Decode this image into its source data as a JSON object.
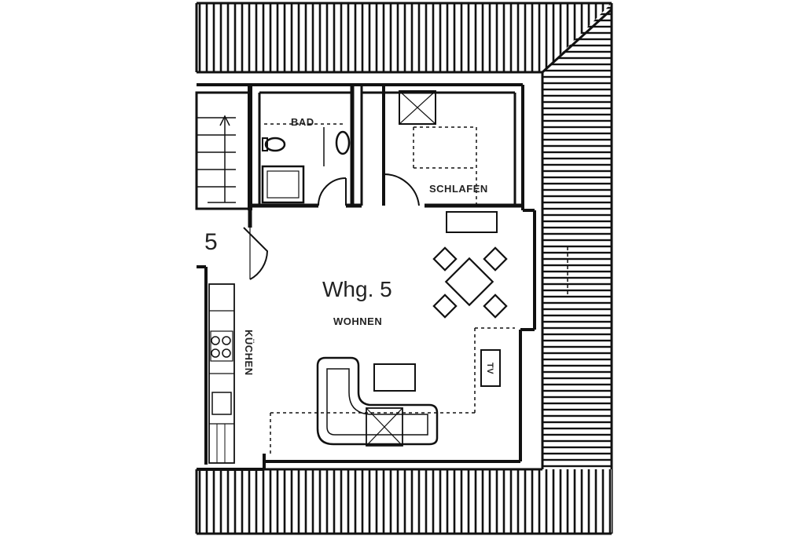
{
  "plan": {
    "unit_label": "Whg. 5",
    "stair_number": "5",
    "rooms": {
      "bath": "BAD",
      "bedroom": "SCHLAFEN",
      "living": "WOHNEN",
      "kitchen": "KÜCHEN"
    },
    "tv_label": "TV"
  }
}
